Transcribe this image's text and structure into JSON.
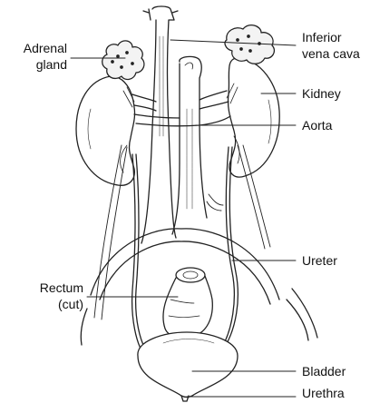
{
  "labels": {
    "adrenal_line1": "Adrenal",
    "adrenal_line2": "gland",
    "ivc_line1": "Inferior",
    "ivc_line2": "vena cava",
    "kidney": "Kidney",
    "aorta": "Aorta",
    "ureter": "Ureter",
    "rectum_line1": "Rectum",
    "rectum_line2": "(cut)",
    "bladder": "Bladder",
    "urethra": "Urethra"
  }
}
